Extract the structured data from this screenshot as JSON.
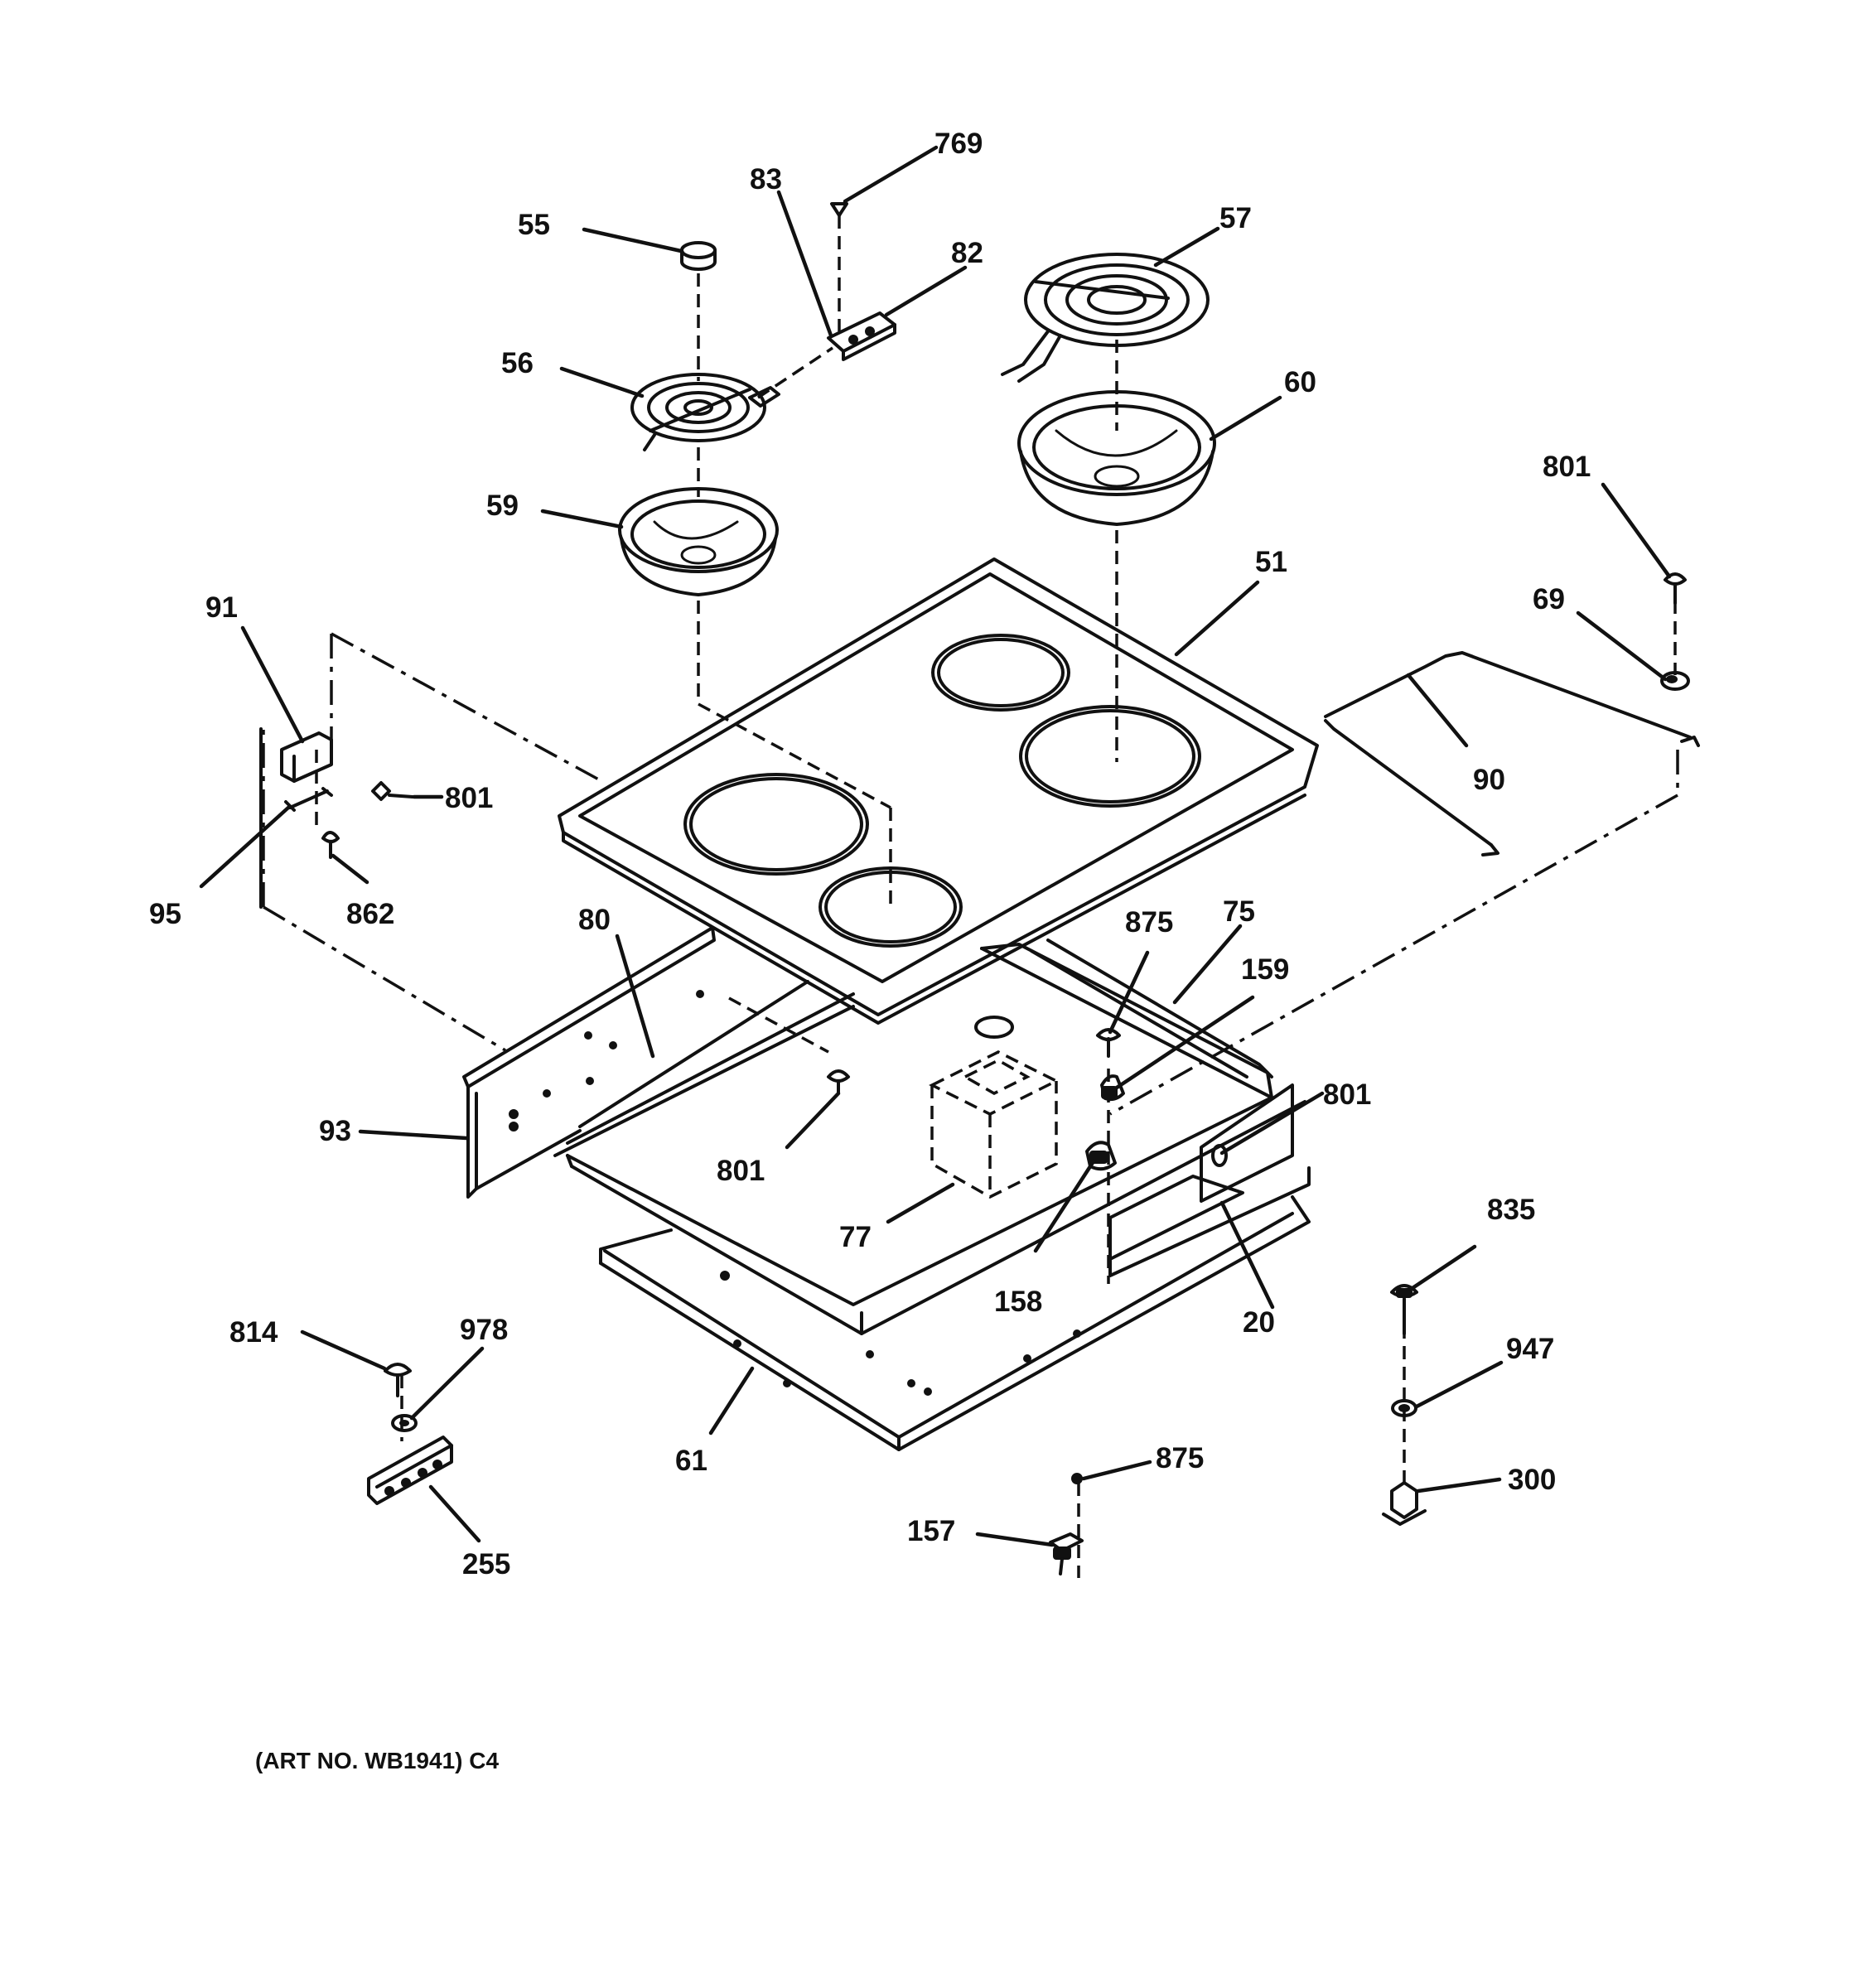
{
  "diagram": {
    "footer_note": "(ART NO. WB1941) C4",
    "callouts": [
      "769",
      "83",
      "55",
      "82",
      "57",
      "56",
      "60",
      "59",
      "801",
      "69",
      "51",
      "91",
      "90",
      "801",
      "95",
      "862",
      "80",
      "875",
      "75",
      "159",
      "93",
      "801",
      "801",
      "77",
      "158",
      "20",
      "835",
      "814",
      "978",
      "947",
      "61",
      "875",
      "300",
      "157",
      "255"
    ]
  }
}
